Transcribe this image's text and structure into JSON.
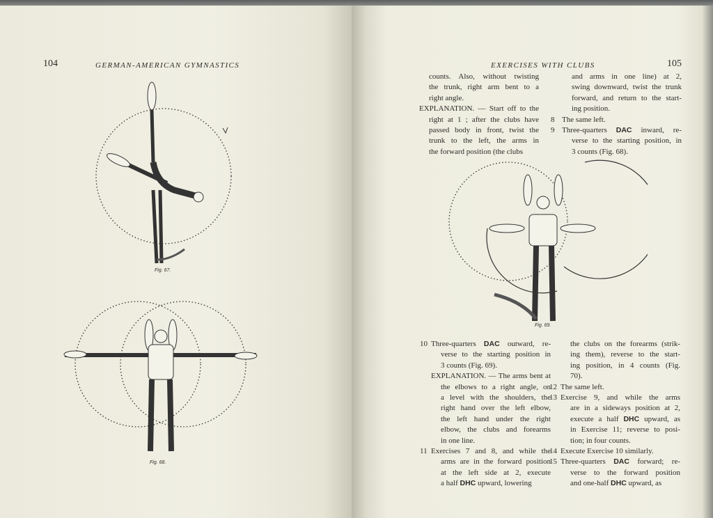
{
  "left_page": {
    "page_number": "104",
    "running_head": "GERMAN-AMERICAN GYMNASTICS",
    "figures": [
      {
        "caption": "Fig. 67."
      },
      {
        "caption": "Fig. 68."
      }
    ]
  },
  "right_page": {
    "page_number": "105",
    "running_head": "EXERCISES WITH CLUBS",
    "figure": {
      "caption": "Fig. 69."
    },
    "top_columns": [
      [
        {
          "num": "",
          "continued": true,
          "lines": [
            "counts. Also, without twisting",
            "the trunk, right arm bent to a",
            "right angle."
          ]
        },
        {
          "num": "",
          "continued": false,
          "lines": [
            "EXPLANATION. — Start off to the",
            "right at 1 ; after the clubs have",
            "passed body in front, twist the",
            "trunk to the left, the arms in",
            "the forward position (the clubs"
          ]
        }
      ],
      [
        {
          "num": "",
          "continued": true,
          "lines": [
            "and arms in one line) at 2,",
            "swing downward, twist the trunk",
            "forward, and return to the start-",
            "ing position."
          ]
        },
        {
          "num": "8",
          "continued": false,
          "lines": [
            "The same left."
          ]
        },
        {
          "num": "9",
          "continued": false,
          "lines": [
            "Three-quarters DAC inward, re-",
            "verse to the starting position, in",
            "3 counts (Fig. 68)."
          ]
        }
      ]
    ],
    "bottom_columns": [
      [
        {
          "num": "10",
          "continued": false,
          "lines": [
            "Three-quarters DAC outward, re-",
            "verse to the starting position in",
            "3 counts (Fig. 69)."
          ]
        },
        {
          "num": "",
          "continued": false,
          "lines": [
            "EXPLANATION. — The arms bent at",
            "the elbows to a right angle, on",
            "a level with the shoulders, the",
            "right hand over the left elbow,",
            "the left hand under the right",
            "elbow, the clubs and forearms",
            "in one line."
          ]
        },
        {
          "num": "11",
          "continued": false,
          "lines": [
            "Exercises 7 and 8, and while the",
            "arms are in the forward position",
            "at the left side at 2, execute",
            "a half DHC upward, lowering"
          ]
        }
      ],
      [
        {
          "num": "",
          "continued": true,
          "lines": [
            "the clubs on the forearms (strik-",
            "ing them), reverse to the start-",
            "ing position, in 4 counts (Fig.",
            "70)."
          ]
        },
        {
          "num": "12",
          "continued": false,
          "lines": [
            "The same left."
          ]
        },
        {
          "num": "13",
          "continued": false,
          "lines": [
            "Exercise 9, and while the arms",
            "are in a sideways position at 2,",
            "execute a half DHC upward, as",
            "in Exercise 11; reverse to posi-",
            "tion; in four counts."
          ]
        },
        {
          "num": "14",
          "continued": false,
          "lines": [
            "Execute Exercise 10 similarly."
          ]
        },
        {
          "num": "15",
          "continued": false,
          "lines": [
            "Three-quarters DAC forward; re-",
            "verse to the forward position",
            "and one-half DHC upward, as"
          ]
        }
      ]
    ]
  }
}
